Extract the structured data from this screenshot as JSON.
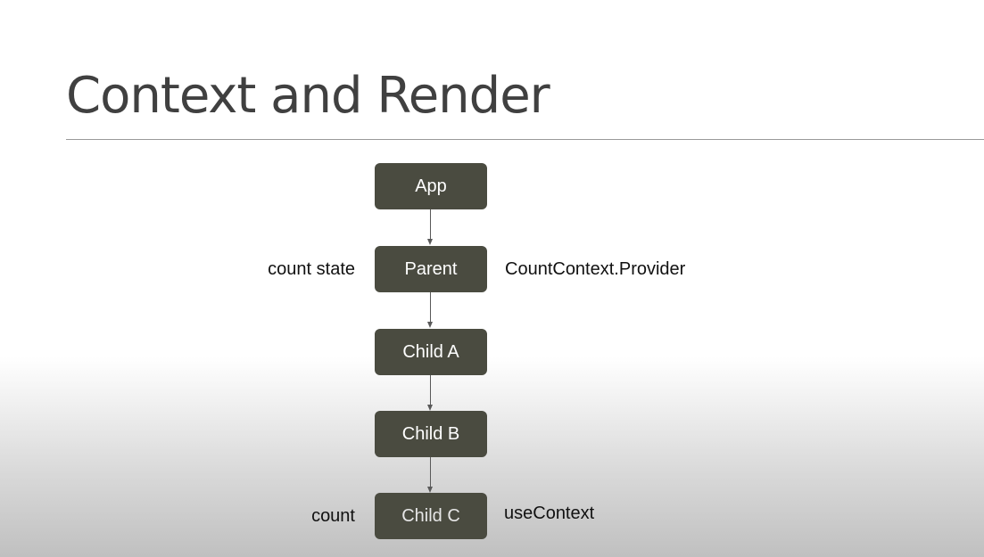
{
  "slide": {
    "title": "Context and Render"
  },
  "diagram": {
    "nodes": [
      {
        "id": "app",
        "label": "App",
        "fill": "#4a4b40",
        "text_color": "#ffffff"
      },
      {
        "id": "parent",
        "label": "Parent",
        "fill": "#4a4b40",
        "text_color": "#ffffff"
      },
      {
        "id": "child-a",
        "label": "Child A",
        "fill": "#4a4b40",
        "text_color": "#ffffff"
      },
      {
        "id": "child-b",
        "label": "Child B",
        "fill": "#4a4b40",
        "text_color": "#ffffff"
      },
      {
        "id": "child-c",
        "label": "Child C",
        "fill": "#4a4b40",
        "text_color": "#e6e6e6"
      }
    ],
    "edges": [
      {
        "from": "app",
        "to": "parent"
      },
      {
        "from": "parent",
        "to": "child-a"
      },
      {
        "from": "child-a",
        "to": "child-b"
      },
      {
        "from": "child-b",
        "to": "child-c"
      }
    ],
    "annotations": {
      "parent_left": "count state",
      "parent_right": "CountContext.Provider",
      "child_c_left": "count",
      "child_c_right": "useContext"
    }
  },
  "colors": {
    "title_text": "#404040",
    "rule": "#999999",
    "connector": "#595959",
    "annotation_text": "#111111"
  }
}
